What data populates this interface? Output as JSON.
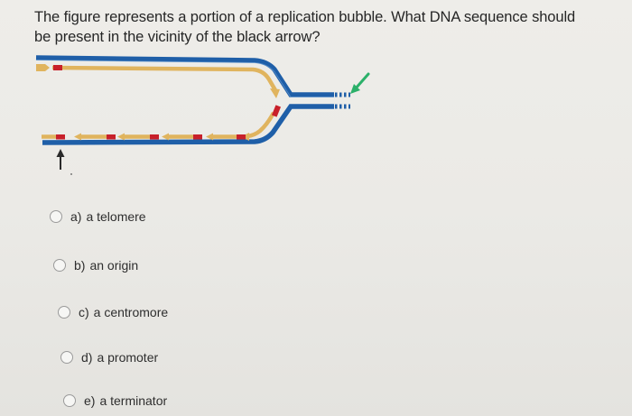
{
  "question": {
    "line1": "The figure represents a portion of a replication bubble.  What DNA sequence should",
    "line2": "be present in the vicinity of the black arrow?"
  },
  "figure": {
    "description": "Replication bubble / fork diagram",
    "colors": {
      "parental_strand": "#1f5fa8",
      "new_strand": "#e0b45e",
      "primer": "#c8202a",
      "green_arrow": "#2bb069",
      "black_arrow": "#2a2a2a"
    },
    "elements": [
      "top-parental-strand",
      "leading-strand",
      "lagging-strand-fragments",
      "bottom-parental-strand",
      "green-arrow",
      "black-arrow"
    ]
  },
  "options": [
    {
      "letter": "a)",
      "text": "a telomere"
    },
    {
      "letter": "b)",
      "text": "an origin"
    },
    {
      "letter": "c)",
      "text": "a centromore"
    },
    {
      "letter": "d)",
      "text": "a promoter"
    },
    {
      "letter": "e)",
      "text": "a terminator"
    }
  ]
}
